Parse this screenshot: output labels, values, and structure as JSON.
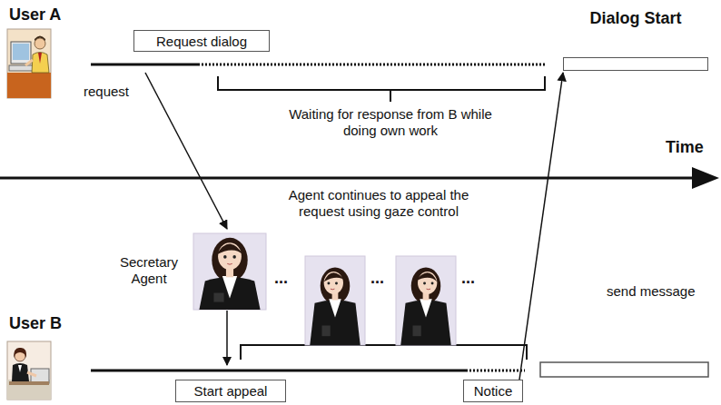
{
  "diagram": {
    "nodes": [
      {
        "text": [
          "Request dialog"
        ]
      },
      {
        "text": [
          "Dialog Start"
        ]
      },
      {
        "text": [
          "Start appeal"
        ]
      },
      {
        "text": [
          "Notice"
        ]
      }
    ],
    "edges": [
      {
        "from": 3,
        "to": 1,
        "label": "send message",
        "arrow": "to"
      }
    ],
    "labels": [
      "User A",
      "request",
      "Waiting for response from B while doing own work",
      "Time",
      "Agent continues to appeal the request using gaze control",
      "Secretary Agent",
      "...",
      "...",
      "...",
      "User B"
    ]
  }
}
